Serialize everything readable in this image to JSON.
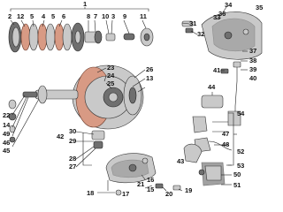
{
  "callouts": {
    "n1": "1",
    "n2": "2",
    "n12": "12",
    "n5a": "5",
    "n4": "4",
    "n5b": "5",
    "n6": "6",
    "n8": "8",
    "n7": "7",
    "n10": "10",
    "n3": "3",
    "n9": "9",
    "n11": "11",
    "n22": "22",
    "n14": "14",
    "n49": "49",
    "n46": "46",
    "n45": "45",
    "n23": "23",
    "n24": "24",
    "n25": "25",
    "n26": "26",
    "n13": "13",
    "n30": "30",
    "n29": "29",
    "n42": "42",
    "n28": "28",
    "n27": "27",
    "n31": "31",
    "n32": "32",
    "n33": "33",
    "n34": "34",
    "n35": "35",
    "n36": "36",
    "n37": "37",
    "n38": "38",
    "n39": "39",
    "n40": "40",
    "n41": "41",
    "n44": "44",
    "n54": "54",
    "n47": "47",
    "n48": "48",
    "n52": "52",
    "n53": "53",
    "n43": "43",
    "n50": "50",
    "n51": "51",
    "n18": "18",
    "n17": "17",
    "n16": "16",
    "n15": "15",
    "n19": "19",
    "n20": "20",
    "n21": "21"
  }
}
